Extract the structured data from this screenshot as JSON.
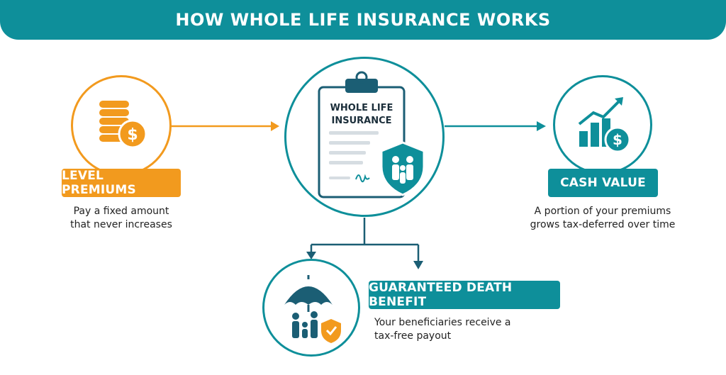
{
  "header": {
    "title": "HOW WHOLE LIFE INSURANCE WORKS"
  },
  "colors": {
    "teal": "#0e8f9a",
    "orange": "#f29a1e",
    "dark": "#1b2e3a"
  },
  "center": {
    "document_title_lines": [
      "WHOLE LIFE",
      "INSURANCE"
    ],
    "icons": [
      "clipboard-document-icon",
      "family-shield-icon",
      "signature-icon"
    ]
  },
  "level_premiums": {
    "label": "LEVEL PREMIUMS",
    "description_lines": [
      "Pay a fixed amount",
      "that never increases"
    ],
    "icon": "coin-stack-dollar-icon"
  },
  "cash_value": {
    "label": "CASH VALUE",
    "description_lines": [
      "A portion of your premiums",
      "grows tax-deferred over time"
    ],
    "icon": "growth-chart-dollar-icon"
  },
  "death_benefit": {
    "label": "GUARANTEED DEATH BENEFIT",
    "description_lines": [
      "Your beneficiaries receive a",
      "tax-free payout"
    ],
    "icon": "umbrella-family-shield-icon"
  }
}
